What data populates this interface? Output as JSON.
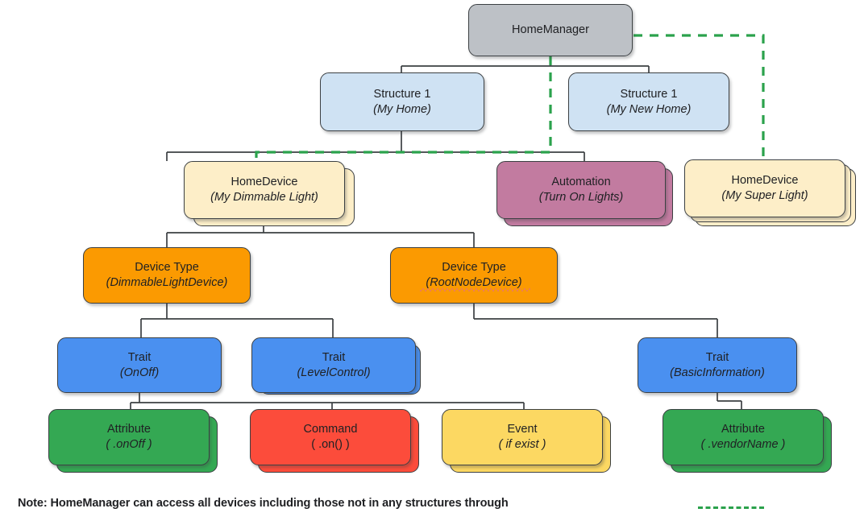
{
  "diagram": {
    "title": "HomeManager device hierarchy",
    "colors": {
      "gray": "#bdc1c6",
      "light_blue": "#cfe2f3",
      "cream": "#fdeec8",
      "purple": "#c27ba0",
      "orange": "#fb9a01",
      "blue": "#4a90f0",
      "green": "#34a853",
      "red": "#fc4c3b",
      "yellow": "#fcd862",
      "connector": "#3c4043",
      "dashed_access": "#2ba24c"
    },
    "nodes": {
      "home_manager": {
        "line1": "HomeManager",
        "line2": ""
      },
      "structure_my_home": {
        "line1": "Structure 1",
        "line2": "(My Home)"
      },
      "structure_my_new_home": {
        "line1": "Structure 1",
        "line2": "(My New Home)"
      },
      "device_dimmable_light": {
        "line1": "HomeDevice",
        "line2": "(My Dimmable Light)"
      },
      "automation_turn_on_lights": {
        "line1": "Automation",
        "line2": "(Turn On Lights)"
      },
      "device_super_light": {
        "line1": "HomeDevice",
        "line2": "(My Super Light)"
      },
      "device_type_dimmable": {
        "line1": "Device Type",
        "line2": "(DimmableLightDevice)"
      },
      "device_type_root_node": {
        "line1": "Device Type",
        "line2": "(RootNodeDevice)"
      },
      "trait_onoff": {
        "line1": "Trait",
        "line2": "(OnOff)"
      },
      "trait_levelcontrol": {
        "line1": "Trait",
        "line2": "(LevelControl)"
      },
      "trait_basicinformation": {
        "line1": "Trait",
        "line2": "(BasicInformation)"
      },
      "attribute_onoff": {
        "line1": "Attribute",
        "line2": "( .onOff )"
      },
      "command_on": {
        "line1": "Command",
        "line2": "( .on() )"
      },
      "event_if_exist": {
        "line1": "Event",
        "line2": "( if exist )"
      },
      "attribute_vendorname": {
        "line1": "Attribute",
        "line2": "( .vendorName )"
      }
    },
    "footer": {
      "note": "Note: HomeManager can access all devices including those not in any structures through"
    }
  }
}
